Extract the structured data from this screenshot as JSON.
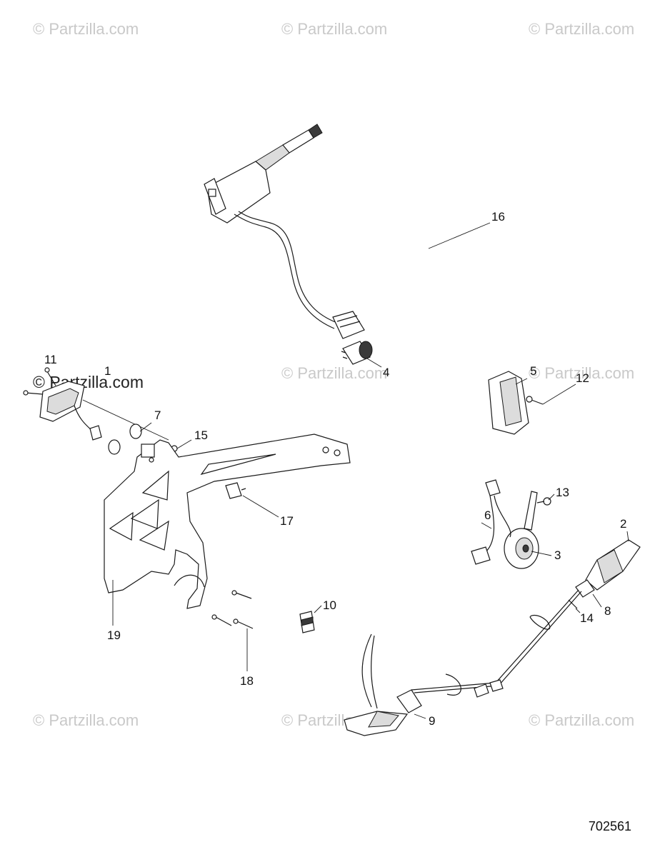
{
  "watermarks": {
    "w1": "© Partzilla.com",
    "w2": "© Partzilla.com",
    "w3": "© Partzilla.com",
    "w4": "© Partzilla.com",
    "w5": "© Partzilla.com",
    "w6": "© Partzilla.com",
    "w7": "© Partzilla.com",
    "w8": "© Partzilla.com",
    "w9": "© Partzilla.com",
    "w_dark": "© Partzilla.com"
  },
  "callouts": {
    "c1": "1",
    "c2": "2",
    "c3": "3",
    "c4": "4",
    "c5": "5",
    "c6": "6",
    "c7": "7",
    "c8": "8",
    "c9": "9",
    "c10": "10",
    "c11": "11",
    "c12": "12",
    "c13": "13",
    "c14": "14",
    "c15": "15",
    "c16": "16",
    "c17": "17",
    "c18": "18",
    "c19": "19"
  },
  "diagram_id": "702561"
}
